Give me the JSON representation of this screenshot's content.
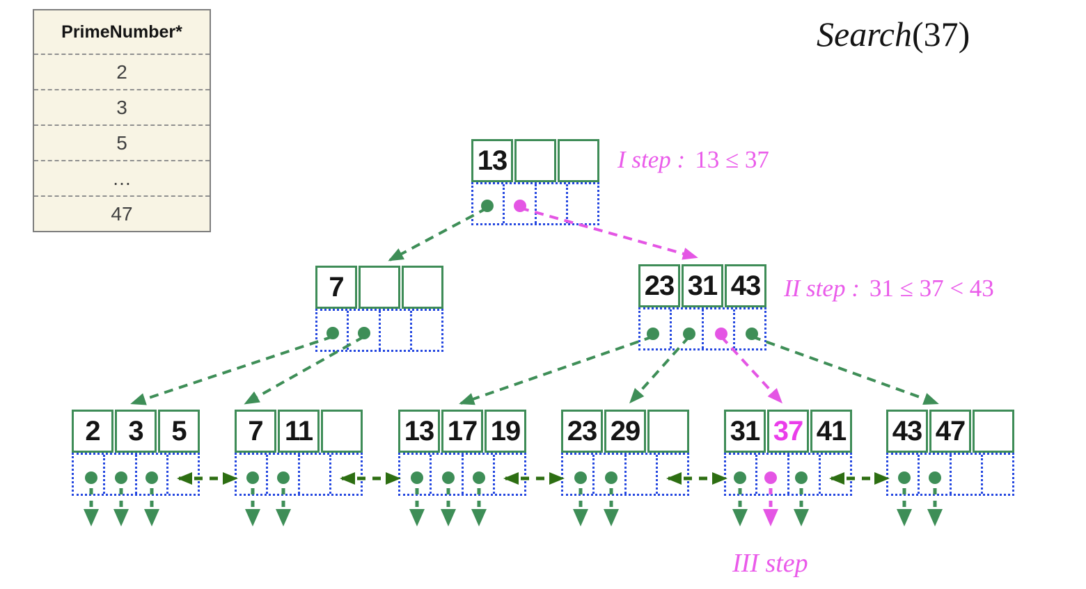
{
  "table": {
    "title": "PrimeNumber*",
    "rows": [
      "2",
      "3",
      "5",
      "…",
      "47"
    ]
  },
  "search_title": {
    "func": "Search",
    "arg": "(37)"
  },
  "steps": {
    "step1": {
      "label": "I step :",
      "expr": "13 ≤ 37"
    },
    "step2": {
      "label": "II step :",
      "expr": "31 ≤ 37 < 43"
    },
    "step3": {
      "label": "III step",
      "expr": ""
    }
  },
  "tree": {
    "root": {
      "keys": [
        "13",
        "",
        ""
      ]
    },
    "internal_left": {
      "keys": [
        "7",
        "",
        ""
      ]
    },
    "internal_right": {
      "keys": [
        "23",
        "31",
        "43"
      ]
    },
    "leaves": [
      {
        "keys": [
          "2",
          "3",
          "5"
        ]
      },
      {
        "keys": [
          "7",
          "11",
          ""
        ]
      },
      {
        "keys": [
          "13",
          "17",
          "19"
        ]
      },
      {
        "keys": [
          "23",
          "29",
          ""
        ]
      },
      {
        "keys": [
          "31",
          "37",
          "41"
        ],
        "highlighted_key": "37"
      },
      {
        "keys": [
          "43",
          "47",
          ""
        ]
      }
    ]
  },
  "colors": {
    "node_border_green": "#3e8c57",
    "pointer_blue": "#2447e0",
    "arrow_green": "#3e8e57",
    "sibling_link_dark_green": "#2d6e12",
    "search_path_magenta": "#e455e4",
    "annotation_magenta": "#ea5bea",
    "table_background": "#f8f4e4"
  }
}
